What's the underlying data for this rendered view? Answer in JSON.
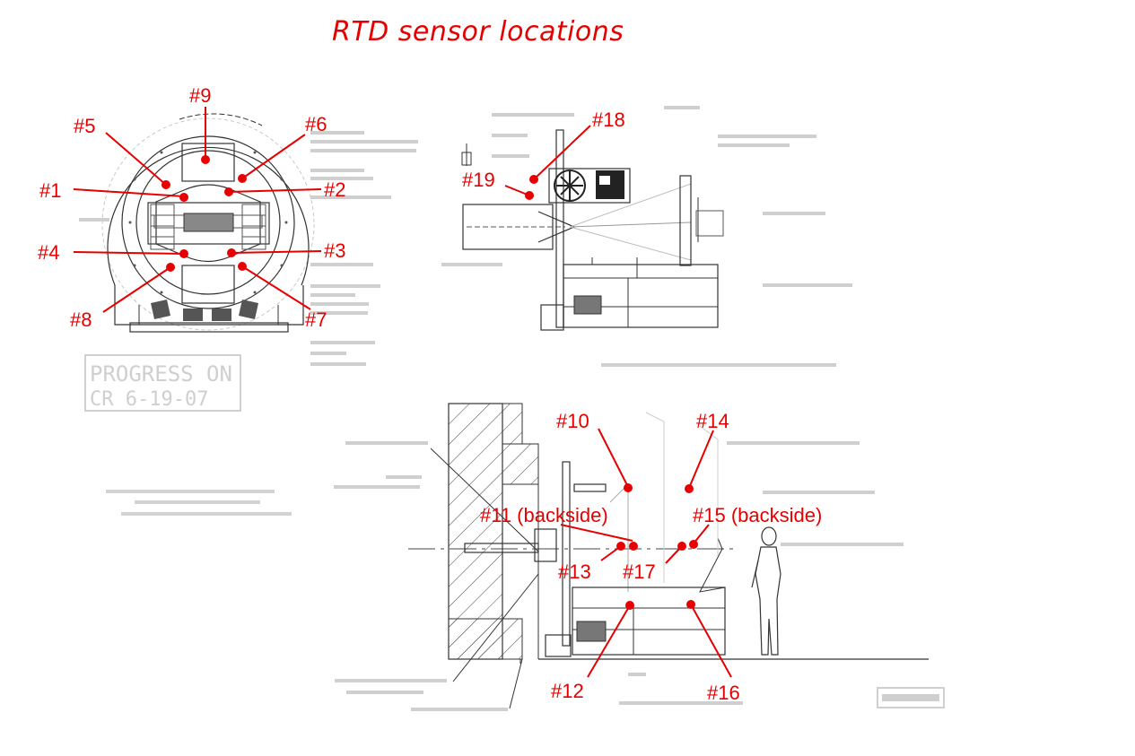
{
  "title": "RTD sensor locations",
  "stamp": {
    "line1": "PROGRESS ON",
    "line2": "CR  6-19-07"
  },
  "labels": [
    "#1",
    "#2",
    "#3",
    "#4",
    "#5",
    "#6",
    "#7",
    "#8",
    "#9",
    "#10",
    "#11 (backside)",
    "#12",
    "#13",
    "#14",
    "#15 (backside)",
    "#16",
    "#17",
    "#18",
    "#19"
  ],
  "colors": {
    "accent": "#e60000",
    "drawing": "#333333",
    "faint": "#c8c8c8"
  }
}
